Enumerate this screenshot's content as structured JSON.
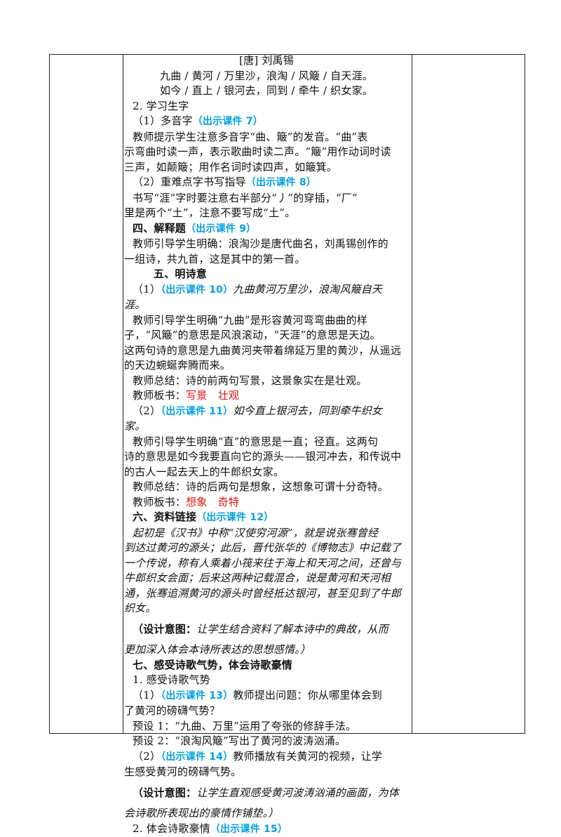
{
  "poem": {
    "author": "[唐] 刘禹锡",
    "line1": "九曲 / 黄河 / 万里沙，浪淘 / 风簸 / 自天涯。",
    "line2": "如今 / 直上 / 银河去，同到 / 牵牛 / 织女家。"
  },
  "s2": {
    "title": "2. 学习生字",
    "p1_label": "（1）多音字",
    "p1_tag": "（出示课件 7）",
    "p1_text": [
      "教师提示学生注意多音字“曲、簸”的发音。“曲”表",
      "示弯曲时读一声，表示歌曲时读二声。“簸”用作动词时读",
      "三声，如颠簸；用作名词时读四声，如簸箕。"
    ],
    "p2_label": "（2）重难点字书写指导",
    "p2_tag": "（出示课件 8）",
    "p2_text": [
      "书写“涯”字时要注意右半部分“丿”的穿插，“厂”",
      "里是两个“土”，注意不要写成“土”。"
    ]
  },
  "s4": {
    "title": "四、解释题",
    "tag": "（出示课件 9）",
    "text": [
      "教师引导学生明确：浪淘沙是唐代曲名，刘禹锡创作的",
      "一组诗，共九首，这是其中的第一首。"
    ]
  },
  "s5": {
    "title": "五、明诗意",
    "p1_pre": "（1）",
    "p1_tag": "（出示课件 10）",
    "p1_post": "九曲黄河万里沙，浪淘风簸自天",
    "p1_cont": "涯。",
    "p1_text": [
      "教师引导学生明确“九曲”是形容黄河弯弯曲曲的样",
      "子，“风簸”的意思是风浪滚动，“天涯”的意思是天边。",
      "这两句诗的意思是九曲黄河夹带着绵延万里的黄沙，从遥远",
      "的天边蜿蜒奔腾而来。"
    ],
    "p1_sum": "教师总结：诗的前两句写景，这景象实在是壮观。",
    "p1_board_label": "教师板书：",
    "p1_board": "写景　壮观",
    "p2_pre": "（2）",
    "p2_tag": "（出示课件 11）",
    "p2_post": "如今直上银河去，同到牵牛织女",
    "p2_cont": "家。",
    "p2_text": [
      "教师引导学生明确“直”的意思是一直；径直。这两句",
      "诗的意思是如今我要直向它的源头——银河冲去，和传说中",
      "的古人一起去天上的牛郎织女家。"
    ],
    "p2_sum": "教师总结：诗的后两句是想象，这想象可谓十分奇特。",
    "p2_board_label": "教师板书：",
    "p2_board": "想象　奇特"
  },
  "s6": {
    "title": "六、资料链接",
    "tag": "（出示课件 12）",
    "text": [
      "起初是《汉书》中称“汉使穷河源”，就是说张骞曾经",
      "到达过黄河的源头；此后，晋代张华的《博物志》中记载了",
      "一个传说，称有人乘着小筏来往于海上和天河之间，还曾与",
      "牛郎织女会面；后来这两种记载混合，说是黄河和天河相",
      "通，张骞追溯黄河的源头时曾经抵达银河，甚至见到了牛郎",
      "织女。"
    ],
    "design_label": "（设计意图：",
    "design_text": "让学生结合资料了解本诗中的典故，从而",
    "design_cont": "更加深入体会本诗所表达的思想感情。）"
  },
  "s7": {
    "title": "七、感受诗歌气势，体会诗歌豪情",
    "sub1": "1. 感受诗歌气势",
    "p1_pre": "（1）",
    "p1_tag": "（出示课件 13）",
    "p1_post": "教师提出问题：你从哪里体会到",
    "p1_cont": "了黄河的磅礴气势？",
    "preset1": "预设 1：“九曲、万里”运用了夸张的修辞手法。",
    "preset2": "预设 2：“浪淘风簸”写出了黄河的波涛汹涌。",
    "p2_pre": "（2）",
    "p2_tag": "（出示课件 14）",
    "p2_post": "教师播放有关黄河的视频，让学",
    "p2_cont": "生感受黄河的磅礴气势。",
    "design_label": "（设计意图：",
    "design_text": "让学生直观感受黄河波涛汹涌的画面，为体",
    "design_cont": "会诗歌所表现出的豪情作铺垫。）",
    "sub2": "2. 体会诗歌豪情",
    "sub2_tag": "（出示课件 15）"
  }
}
